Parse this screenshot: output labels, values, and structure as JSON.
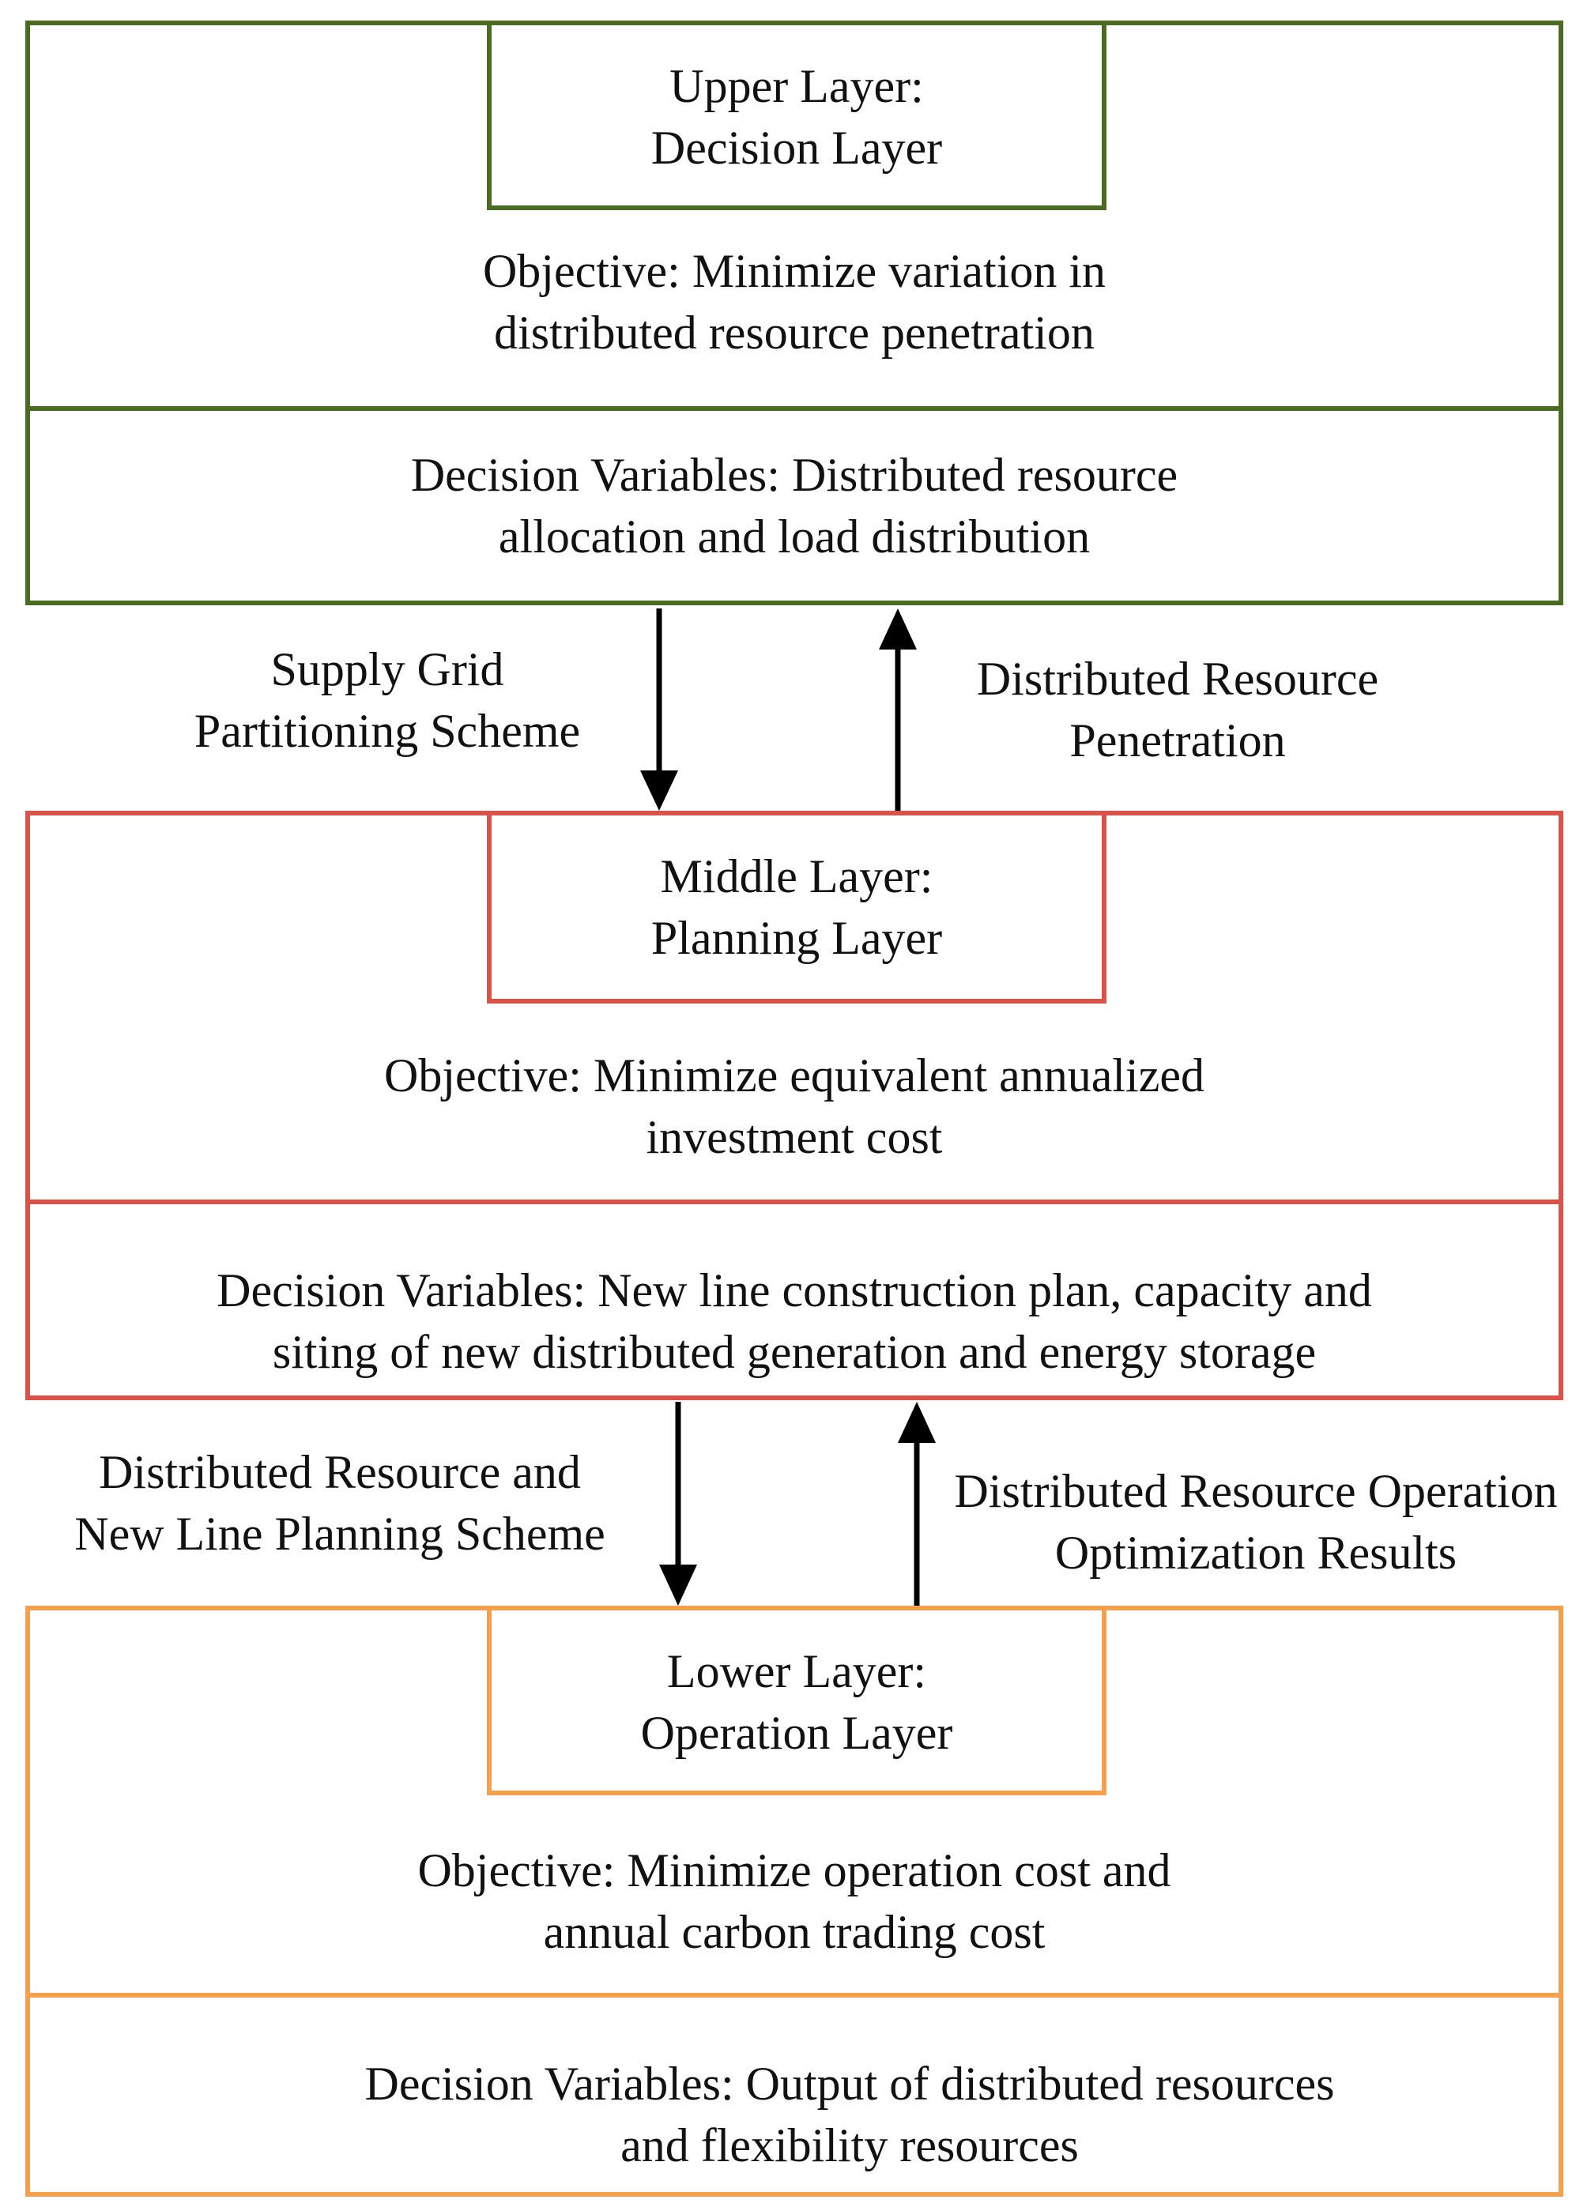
{
  "upper": {
    "color": "#4a6b24",
    "title_line1": "Upper Layer:",
    "title_line2": "Decision Layer",
    "objective_line1": "Objective: Minimize variation in",
    "objective_line2": "distributed resource penetration",
    "variables_line1": "Decision Variables: Distributed resource",
    "variables_line2": "allocation and load distribution"
  },
  "middle": {
    "color": "#d9534a",
    "title_line1": "Middle Layer:",
    "title_line2": "Planning Layer",
    "objective_line1": "Objective: Minimize equivalent annualized",
    "objective_line2": "investment cost",
    "variables_line1": "Decision Variables: New line construction plan, capacity and",
    "variables_line2": "siting of new distributed generation and energy storage"
  },
  "lower": {
    "color": "#f5a04f",
    "title_line1": "Lower Layer:",
    "title_line2": "Operation Layer",
    "objective_line1": "Objective: Minimize operation cost and",
    "objective_line2": "annual carbon trading cost",
    "variables_line1": "Decision Variables: Output of distributed resources",
    "variables_line2": "and flexibility resources"
  },
  "arrows": {
    "down1_line1": "Supply Grid",
    "down1_line2": "Partitioning Scheme",
    "up1_line1": "Distributed Resource",
    "up1_line2": "Penetration",
    "down2_line1": "Distributed Resource and",
    "down2_line2": "New Line Planning Scheme",
    "up2_line1": "Distributed Resource Operation",
    "up2_line2": "Optimization Results"
  }
}
